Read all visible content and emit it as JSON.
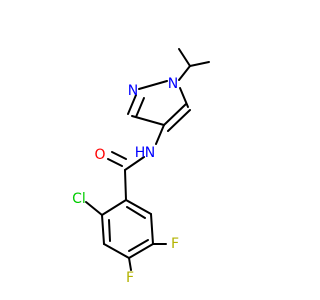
{
  "atoms": {
    "n_ring_1": {
      "label": "N",
      "color": "#0000FF"
    },
    "n_ring_2": {
      "label": "N",
      "color": "#0000FF"
    },
    "n_amide": {
      "label": "N",
      "color": "#0000FF"
    },
    "h_amide": {
      "label": "H",
      "color": "#0000FF"
    },
    "o_carbonyl": {
      "label": "O",
      "color": "#FF0000"
    },
    "cl": {
      "label": "Cl",
      "color": "#00CC00"
    },
    "f_1": {
      "label": "F",
      "color": "#B3B300"
    },
    "f_2": {
      "label": "F",
      "color": "#B3B300"
    }
  },
  "colors": {
    "bond": "#000000",
    "background": "#FFFFFF"
  }
}
